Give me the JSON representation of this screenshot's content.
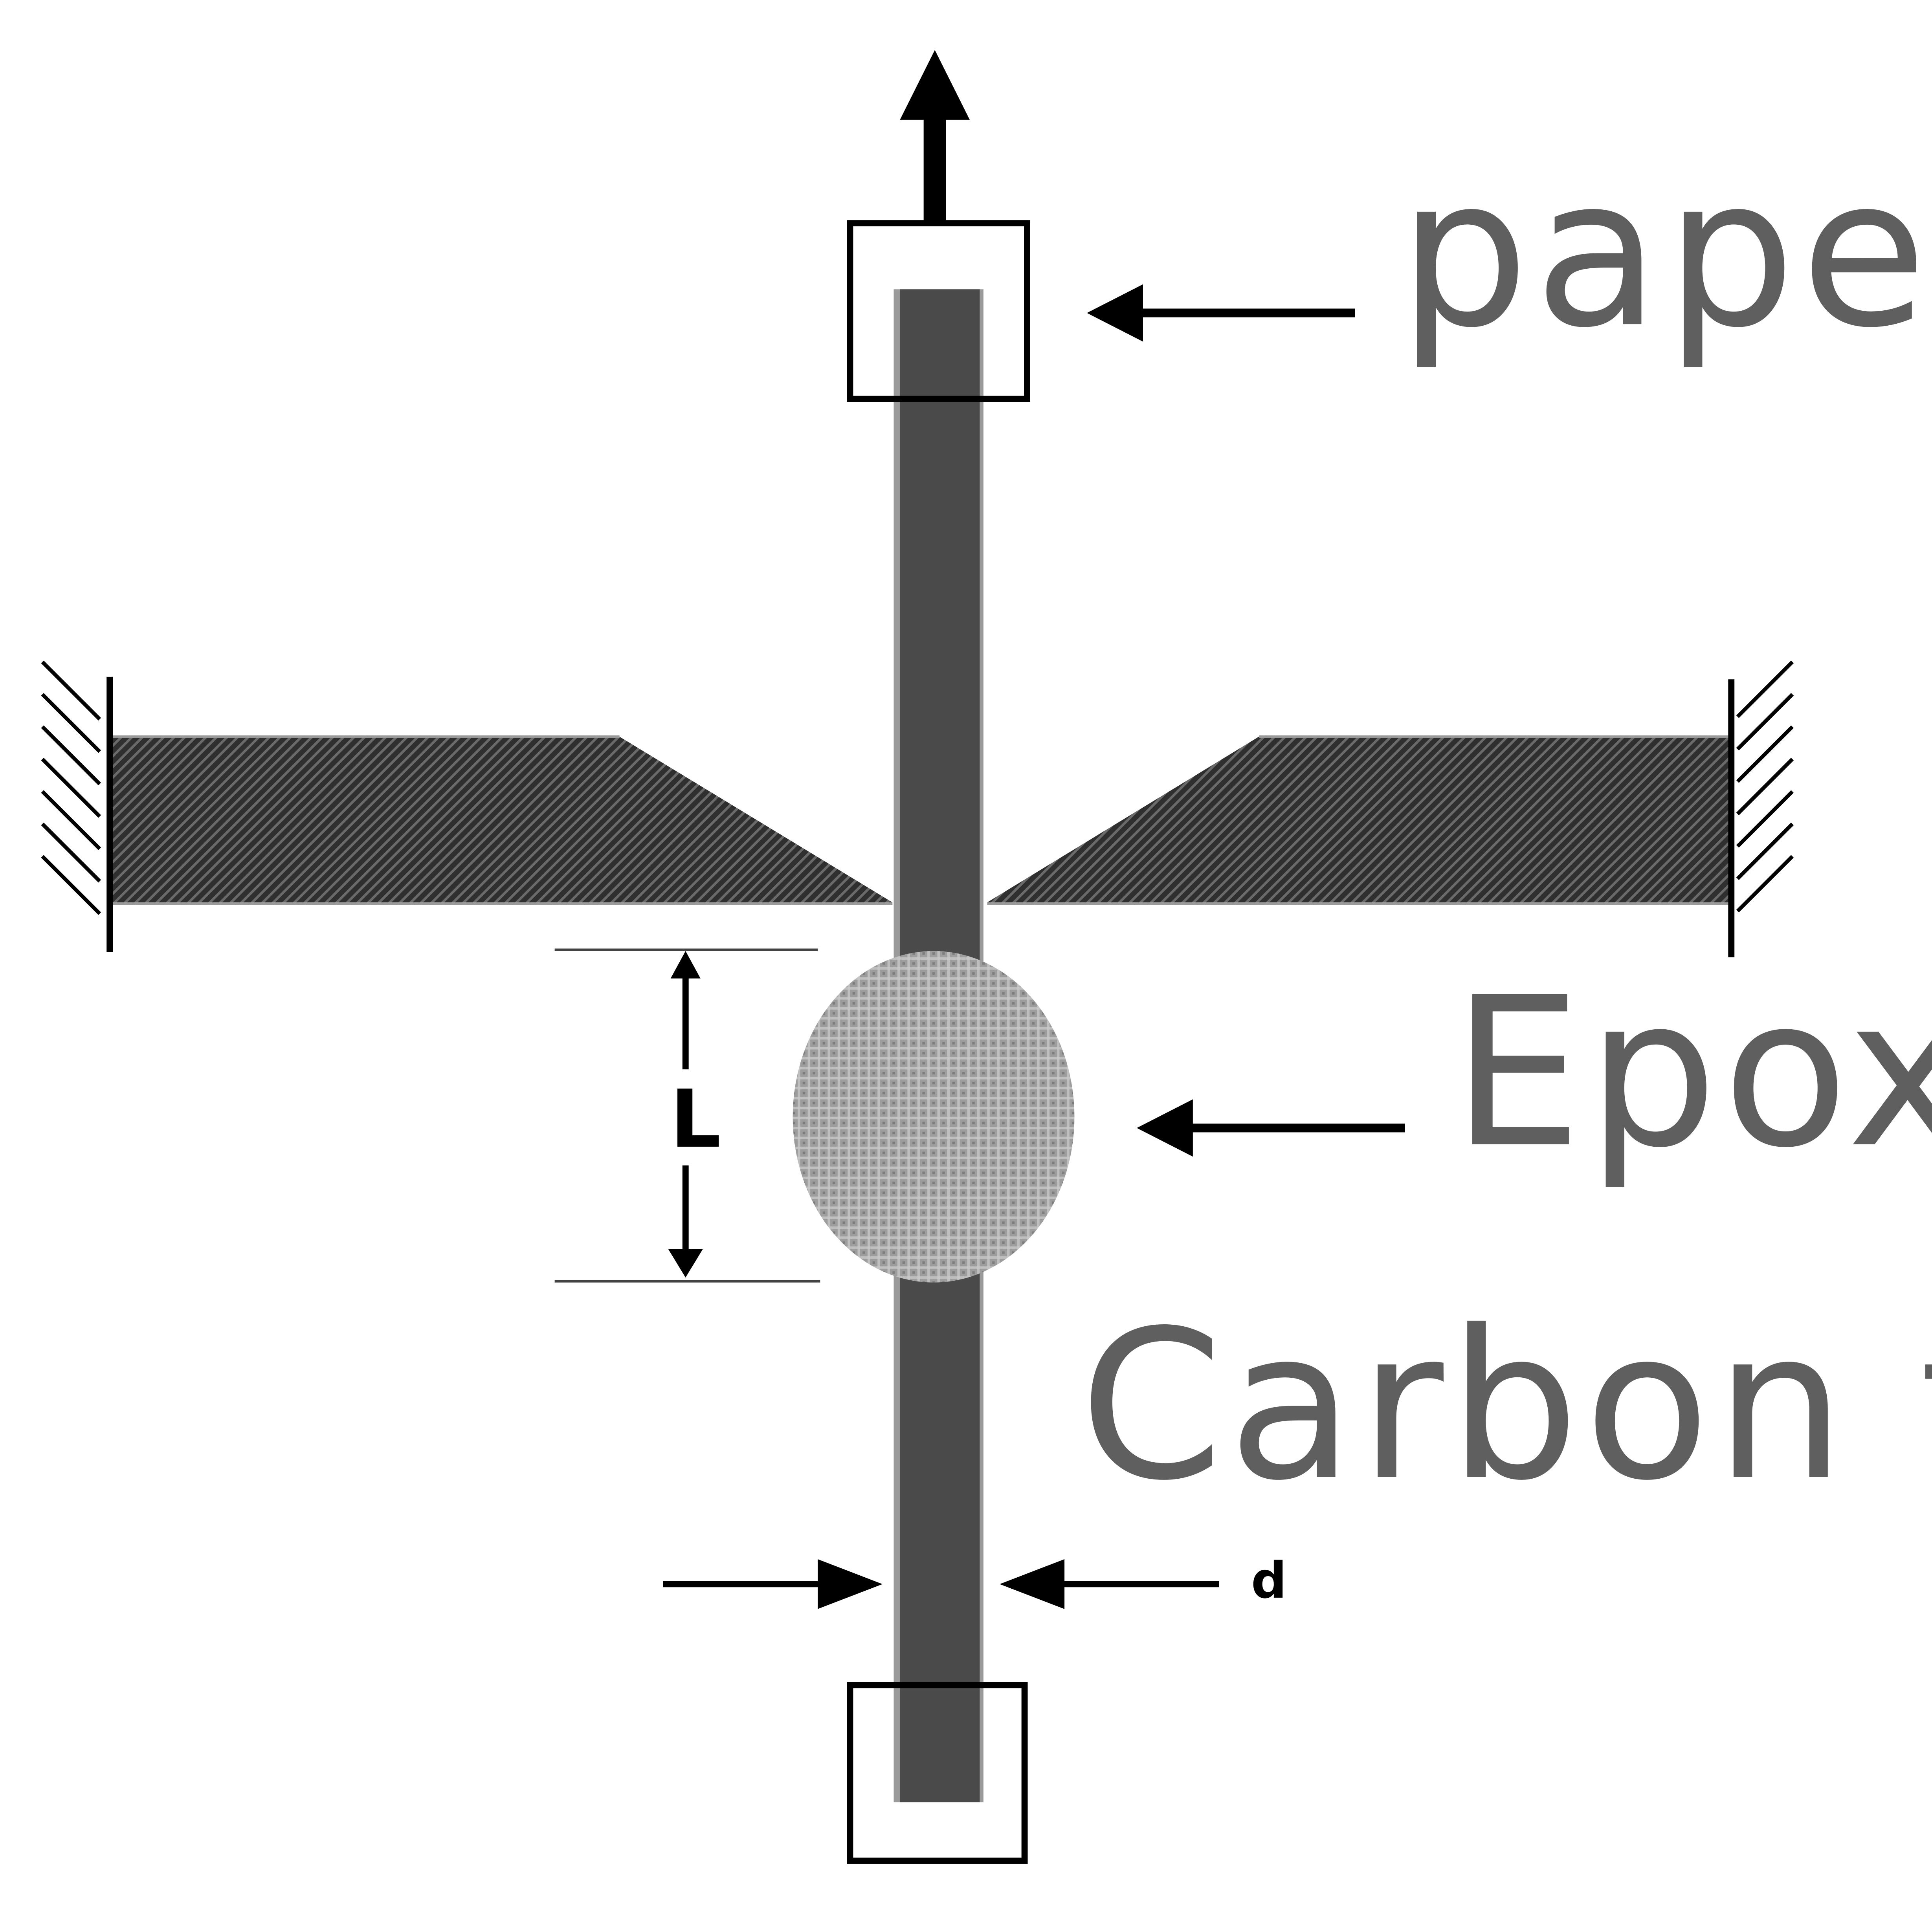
{
  "labels": {
    "paper_end": "paper end",
    "epoxy_droplet": "Epoxy droplet",
    "carbon_fiber": "Carbon fiber",
    "length": "L",
    "diameter": "d"
  },
  "colors": {
    "fiber": "#4a4a4a",
    "fiber_edge": "#9a9a9a",
    "blade": "#2f2f2f",
    "blade_hatch": "#6a6a6a",
    "droplet": "#9d9d9d",
    "droplet_grid": "#c8c8c8",
    "label_text": "#5f5f5f",
    "ink": "#000000"
  }
}
